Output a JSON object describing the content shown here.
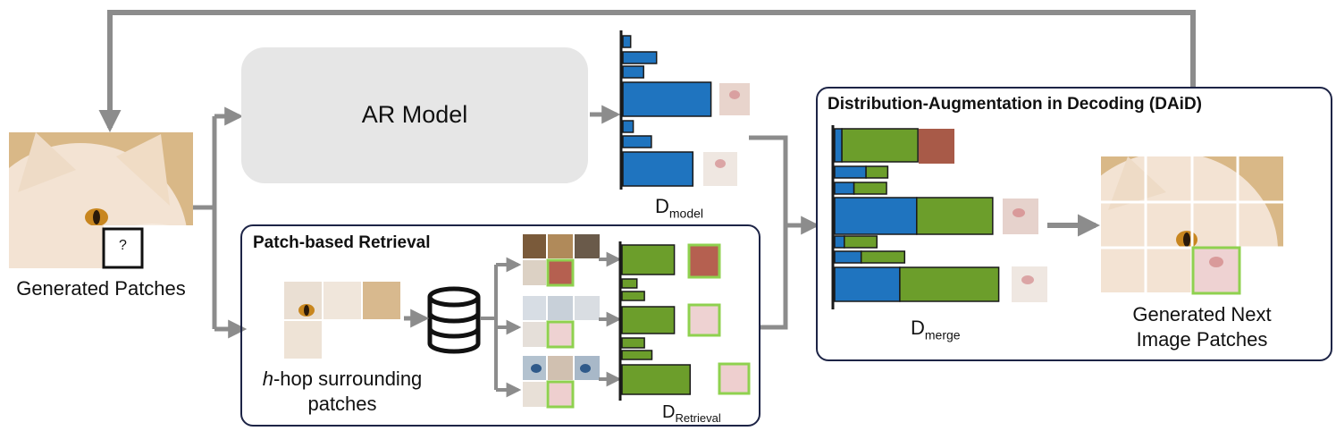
{
  "colors": {
    "arrow": "#8c8c8c",
    "model_bar": "#1f74bf",
    "retrieval_bar": "#6c9e2b",
    "outline": "#1a1a1a",
    "panel_border": "#1d2446",
    "ar_box": "#e6e6e6",
    "highlight": "#8fd14f",
    "cat_fur": "#f3e3d3",
    "cat_bg": "#d9b887",
    "cat_eye": "#c8861f"
  },
  "icons": {
    "database": "database-icon",
    "question": "question-mark-icon"
  },
  "labels": {
    "generated_patches": "Generated Patches",
    "unknown_patch": "?",
    "ar_model": "AR Model",
    "d_model_base": "D",
    "d_model_sub": "model",
    "patch_retrieval_title": "Patch-based Retrieval",
    "hop_italic": "h",
    "hop_line1_rest": "-hop surrounding",
    "hop_line2": "patches",
    "d_retrieval_base": "D",
    "d_retrieval_sub": "Retrieval",
    "daid_title": "Distribution-Augmentation in Decoding (DAiD)",
    "d_merge_base": "D",
    "d_merge_sub": "merge",
    "next_line1": "Generated Next",
    "next_line2": "Image Patches"
  },
  "chart_data": [
    {
      "type": "bar",
      "orientation": "horizontal",
      "name": "D_model",
      "values": [
        0.06,
        0.26,
        0.16,
        0.68,
        0.08,
        0.22,
        0.54
      ]
    },
    {
      "type": "bar",
      "orientation": "horizontal",
      "name": "D_Retrieval",
      "values": [
        0.63,
        0.18,
        0.27,
        0.63,
        0.27,
        0.36,
        0.82
      ]
    },
    {
      "type": "bar",
      "orientation": "horizontal",
      "name": "D_merge",
      "stacked": true,
      "model": [
        0.06,
        0.26,
        0.16,
        0.68,
        0.08,
        0.22,
        0.54
      ],
      "retrieval": [
        0.63,
        0.18,
        0.27,
        0.63,
        0.27,
        0.36,
        0.82
      ]
    }
  ]
}
